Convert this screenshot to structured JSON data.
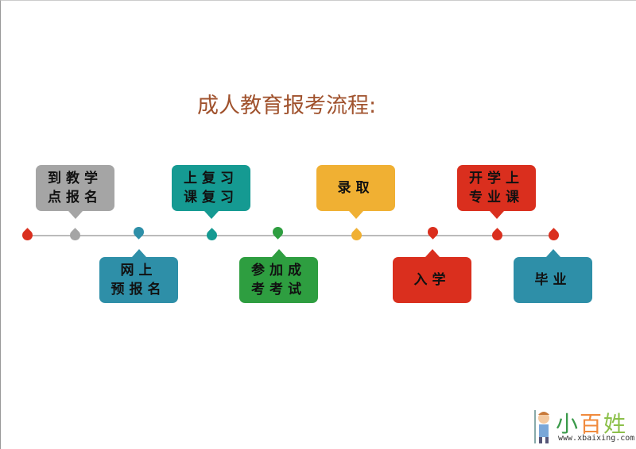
{
  "title": "成人教育报考流程:",
  "steps": [
    {
      "label": "到教学点报名",
      "line1": "到教学",
      "line2": "点报名",
      "color": "#a5a5a5",
      "position": "top"
    },
    {
      "label": "网上预报名",
      "line1": "网上",
      "line2": "预报名",
      "color": "#2e8fa8",
      "position": "bottom"
    },
    {
      "label": "上复习课复习",
      "line1": "上复习",
      "line2": "课复习",
      "color": "#159a92",
      "position": "top"
    },
    {
      "label": "参加成考考试",
      "line1": "参加成",
      "line2": "考考试",
      "color": "#2e9e40",
      "position": "bottom"
    },
    {
      "label": "录取",
      "line1": "录取",
      "line2": "",
      "color": "#f0b033",
      "position": "top"
    },
    {
      "label": "入学",
      "line1": "入学",
      "line2": "",
      "color": "#da2f1e",
      "position": "bottom"
    },
    {
      "label": "开学上专业课",
      "line1": "开学上",
      "line2": "专业课",
      "color": "#da2f1e",
      "position": "top"
    },
    {
      "label": "毕业",
      "line1": "毕业",
      "line2": "",
      "color": "#2e8fa8",
      "position": "bottom"
    }
  ],
  "logo": {
    "name": "小百姓",
    "url": "www.xbaixing.com"
  }
}
